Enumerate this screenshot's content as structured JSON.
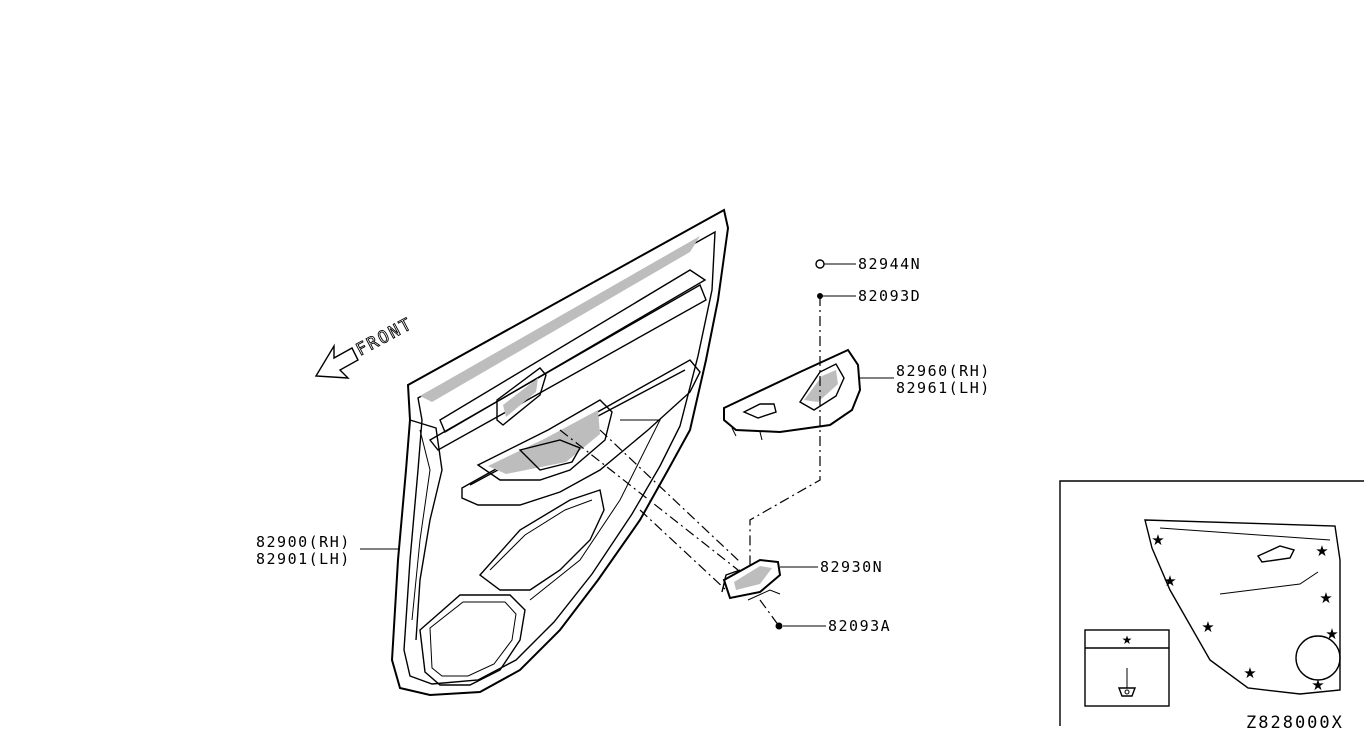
{
  "diagram": {
    "direction_label": "FRONT",
    "diagram_code": "Z828000X",
    "parts": [
      {
        "id": "82944n",
        "lines": [
          "82944N"
        ]
      },
      {
        "id": "82093d",
        "lines": [
          "82093D"
        ]
      },
      {
        "id": "82960",
        "lines": [
          "82960(RH)",
          "82961(LH)"
        ]
      },
      {
        "id": "82930n",
        "lines": [
          "82930N"
        ]
      },
      {
        "id": "82093a",
        "lines": [
          "82093A"
        ]
      },
      {
        "id": "82900",
        "lines": [
          "82900(RH)",
          "82901(LH)"
        ]
      }
    ],
    "inset": {
      "legend_symbol": "★"
    }
  }
}
